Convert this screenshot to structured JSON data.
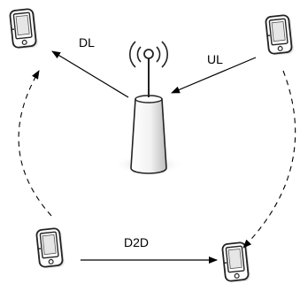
{
  "diagram": {
    "labels": {
      "downlink": "DL",
      "uplink": "UL",
      "device_to_device": "D2D"
    },
    "nodes": [
      {
        "id": "base-station",
        "kind": "base-station-icon"
      },
      {
        "id": "device-top-left",
        "kind": "mobile-device-icon"
      },
      {
        "id": "device-top-right",
        "kind": "mobile-device-icon"
      },
      {
        "id": "device-bottom-left",
        "kind": "mobile-device-icon"
      },
      {
        "id": "device-bottom-right",
        "kind": "mobile-device-icon"
      }
    ],
    "links": [
      {
        "from": "base-station",
        "to": "device-top-left",
        "label_key": "downlink",
        "style": "solid"
      },
      {
        "from": "device-top-right",
        "to": "base-station",
        "label_key": "uplink",
        "style": "solid"
      },
      {
        "from": "device-bottom-left",
        "to": "device-bottom-right",
        "label_key": "device_to_device",
        "style": "solid"
      },
      {
        "from": "device-bottom-left",
        "to": "device-top-left",
        "style": "dashed"
      },
      {
        "from": "device-top-right",
        "to": "device-bottom-right",
        "style": "dashed"
      }
    ],
    "colors": {
      "line": "#000000",
      "device_outline": "#222222",
      "device_screen": "#e8e8e8",
      "tower_fill_light": "#ffffff",
      "tower_fill_dark": "#c8c8c8"
    }
  }
}
